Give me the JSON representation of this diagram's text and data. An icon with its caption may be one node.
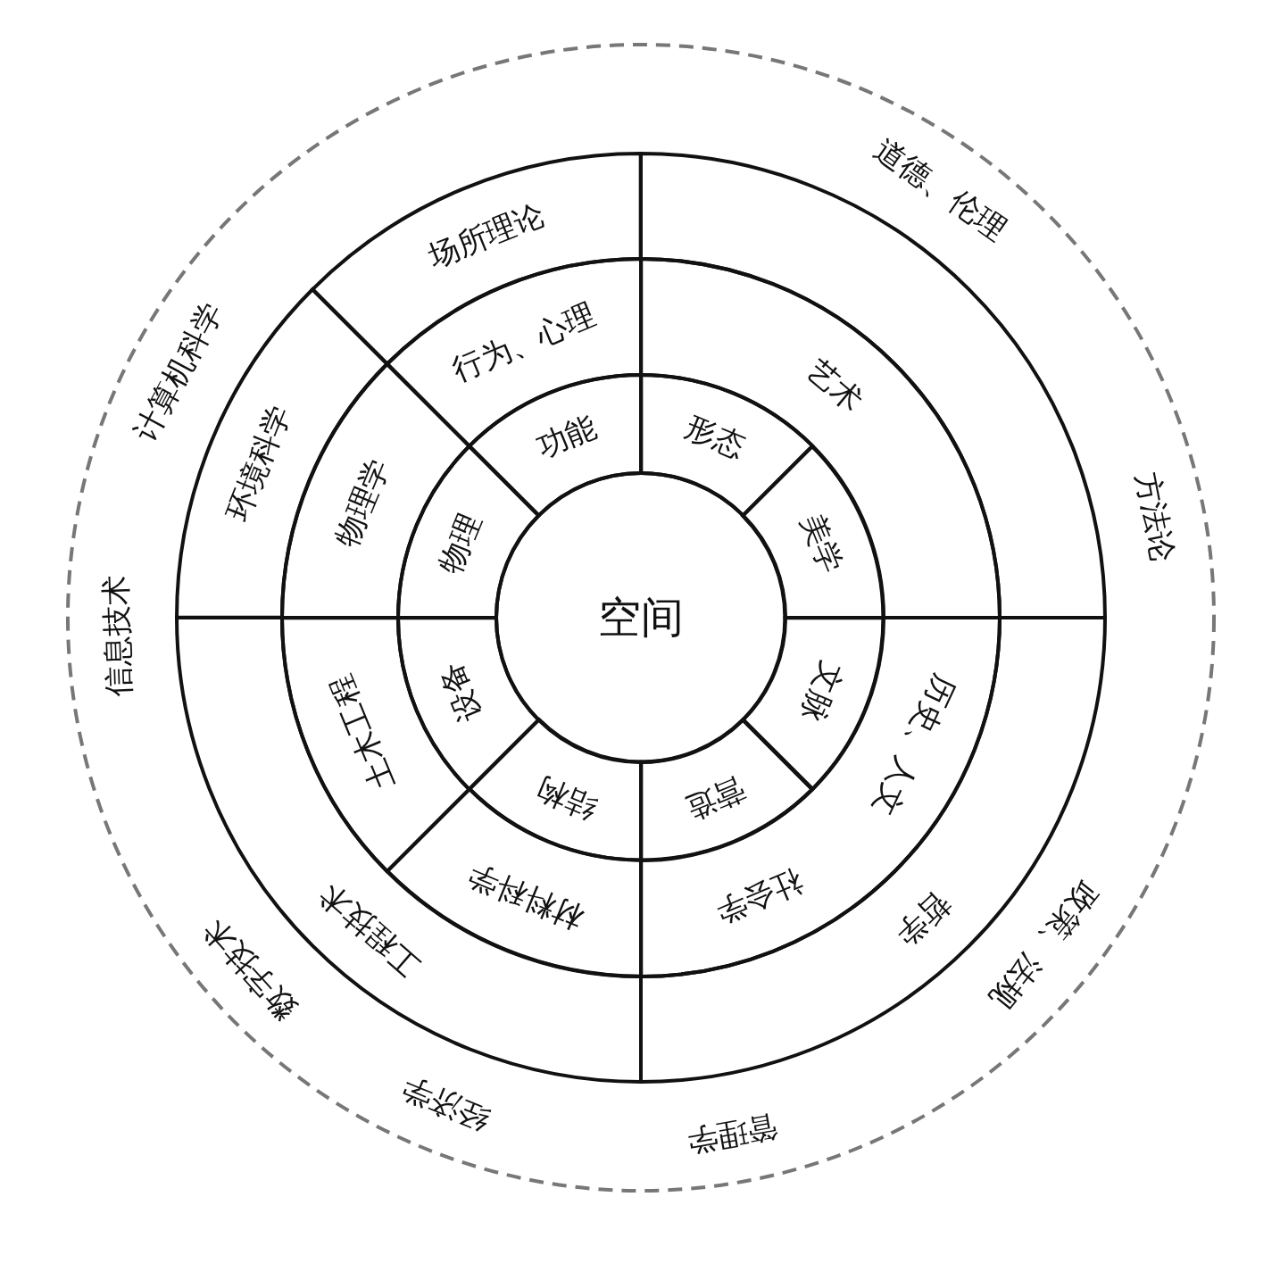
{
  "diagram": {
    "nodes": [
      {
        "text": [
          "道德、伦理",
          "方法论",
          "政策、法规",
          "管理学",
          "经济学",
          "数字技术",
          "信息技术",
          "计算机科学"
        ]
      },
      {
        "text": [
          "空间"
        ],
        "in": 0
      },
      {
        "text": [
          "功能"
        ],
        "in": 0
      },
      {
        "text": [
          "形态"
        ],
        "in": 0
      },
      {
        "text": [
          "美学"
        ],
        "in": 0
      },
      {
        "text": [
          "文脉"
        ],
        "in": 0
      },
      {
        "text": [
          "营造"
        ],
        "in": 0
      },
      {
        "text": [
          "结构"
        ],
        "in": 0
      },
      {
        "text": [
          "设备"
        ],
        "in": 0
      },
      {
        "text": [
          "物理"
        ],
        "in": 0
      },
      {
        "text": [
          "行为、心理"
        ],
        "in": 0
      },
      {
        "text": [
          "艺术"
        ],
        "in": 0
      },
      {
        "text": [
          "历史、人文",
          "社会学"
        ],
        "in": 0
      },
      {
        "text": [
          "材料科学"
        ],
        "in": 0
      },
      {
        "text": [
          "土木工程"
        ],
        "in": 0
      },
      {
        "text": [
          "物理学"
        ],
        "in": 0
      },
      {
        "text": [
          "场所理论"
        ],
        "in": 0
      },
      {
        "text": [],
        "shape": "band",
        "in": 0
      },
      {
        "text": [
          "哲学"
        ],
        "in": 0
      },
      {
        "text": [
          "工程技术"
        ],
        "in": 0
      },
      {
        "text": [
          "环境科学"
        ],
        "in": 0
      }
    ]
  }
}
